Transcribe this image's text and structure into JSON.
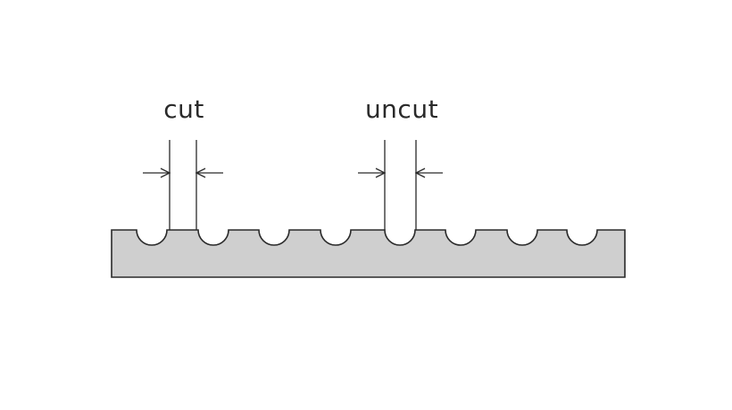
{
  "labels": {
    "cut": "cut",
    "uncut": "uncut"
  },
  "colors": {
    "strip_fill": "#cfcfcf",
    "stroke": "#2a2a2a",
    "text": "#2a2a2a"
  },
  "strip": {
    "groove_count": 8
  }
}
